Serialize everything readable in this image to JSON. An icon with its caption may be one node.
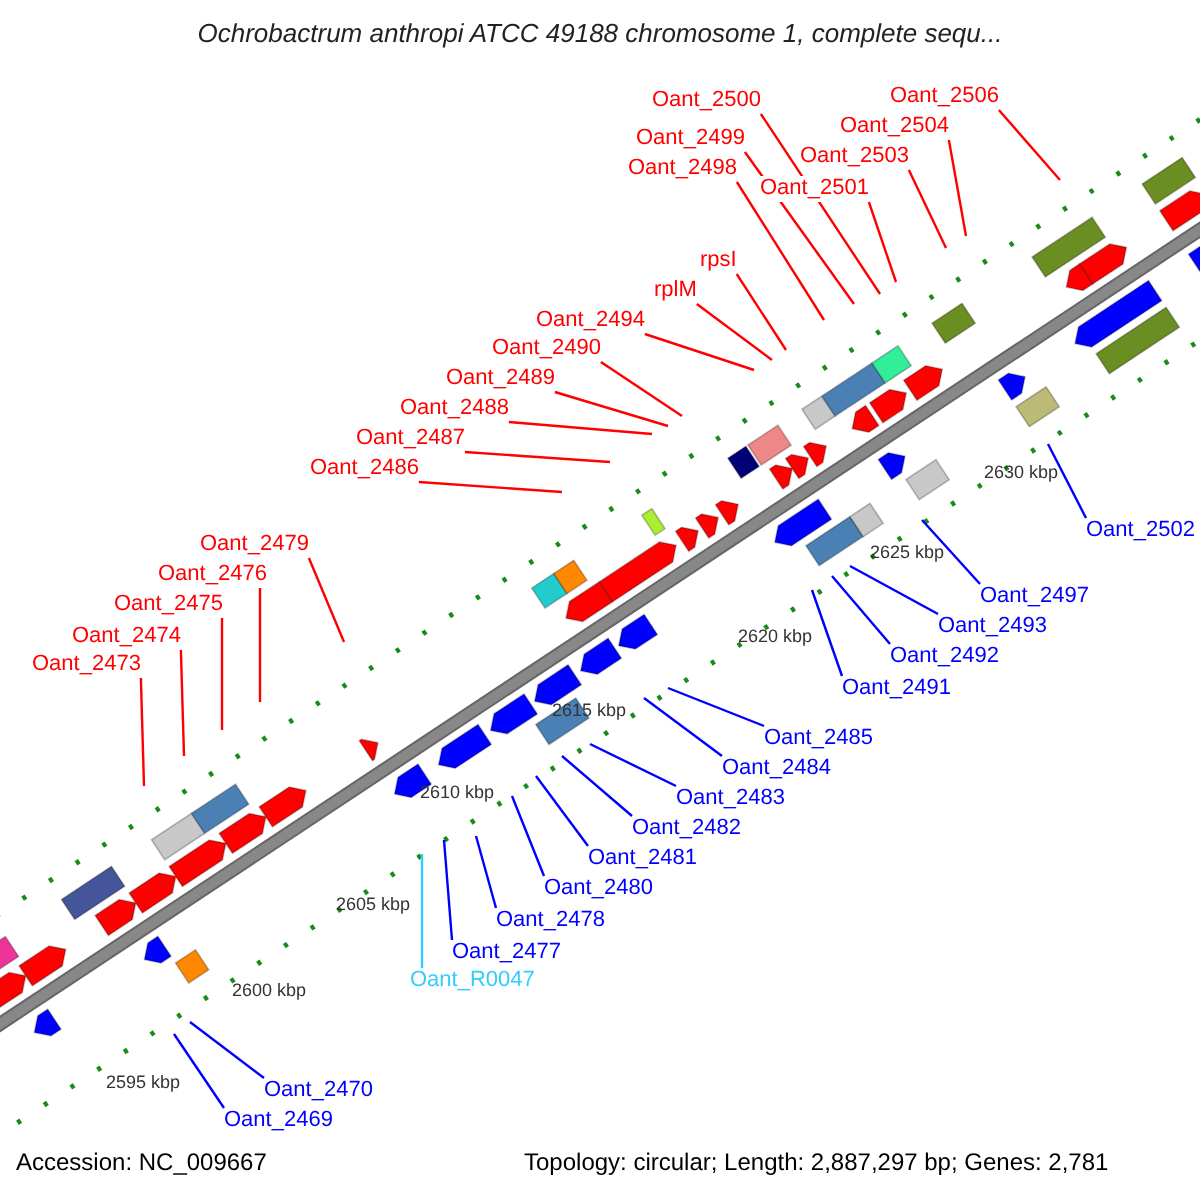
{
  "diagram": {
    "title": "Ochrobactrum anthropi ATCC 49188 chromosome 1, complete sequ...",
    "nodes": [
      {
        "text": [
          "Oant_2506"
        ]
      },
      {
        "text": [
          "Oant_2500"
        ]
      },
      {
        "text": [
          "Oant_2504"
        ]
      },
      {
        "text": [
          "Oant_2499"
        ]
      },
      {
        "text": [
          "Oant_2503"
        ]
      },
      {
        "text": [
          "Oant_2498"
        ]
      },
      {
        "text": [
          "Oant_2501"
        ]
      },
      {
        "text": [
          "rpsI"
        ]
      },
      {
        "text": [
          "rplM"
        ]
      },
      {
        "text": [
          "Oant_2494"
        ]
      },
      {
        "text": [
          "Oant_2490"
        ]
      },
      {
        "text": [
          "Oant_2489"
        ]
      },
      {
        "text": [
          "Oant_2488"
        ]
      },
      {
        "text": [
          "Oant_2487"
        ]
      },
      {
        "text": [
          "Oant_2486"
        ]
      },
      {
        "text": [
          "Oant_2502"
        ]
      },
      {
        "text": [
          "Oant_2479"
        ]
      },
      {
        "text": [
          "Oant_2476"
        ]
      },
      {
        "text": [
          "Oant_2497"
        ]
      },
      {
        "text": [
          "Oant_2475"
        ]
      },
      {
        "text": [
          "Oant_2493"
        ]
      },
      {
        "text": [
          "Oant_2474"
        ]
      },
      {
        "text": [
          "Oant_2492"
        ]
      },
      {
        "text": [
          "Oant_2473"
        ]
      },
      {
        "text": [
          "Oant_2491"
        ]
      },
      {
        "text": [
          "Oant_2485"
        ]
      },
      {
        "text": [
          "Oant_2484"
        ]
      },
      {
        "text": [
          "Oant_2483"
        ]
      },
      {
        "text": [
          "Oant_2482"
        ]
      },
      {
        "text": [
          "Oant_2481"
        ]
      },
      {
        "text": [
          "Oant_2480"
        ]
      },
      {
        "text": [
          "Oant_2478"
        ]
      },
      {
        "text": [
          "Oant_2477"
        ]
      },
      {
        "text": [
          "Oant_R0047"
        ]
      },
      {
        "text": [
          "Oant_2470"
        ]
      },
      {
        "text": [
          "Oant_2469"
        ]
      }
    ],
    "edges": [
      {
        "from": 0,
        "to": null,
        "arrow": "none"
      },
      {
        "from": 1,
        "to": null,
        "arrow": "none"
      },
      {
        "from": 2,
        "to": null,
        "arrow": "none"
      },
      {
        "from": 3,
        "to": null,
        "arrow": "none"
      },
      {
        "from": 4,
        "to": null,
        "arrow": "none"
      },
      {
        "from": 5,
        "to": null,
        "arrow": "none"
      },
      {
        "from": 6,
        "to": null,
        "arrow": "none"
      },
      {
        "from": 7,
        "to": null,
        "arrow": "none"
      },
      {
        "from": 8,
        "to": null,
        "arrow": "none"
      },
      {
        "from": 9,
        "to": null,
        "arrow": "none"
      },
      {
        "from": 10,
        "to": null,
        "arrow": "none"
      },
      {
        "from": 11,
        "to": null,
        "arrow": "none"
      },
      {
        "from": 12,
        "to": null,
        "arrow": "none"
      },
      {
        "from": 13,
        "to": null,
        "arrow": "none"
      },
      {
        "from": 14,
        "to": null,
        "arrow": "none"
      },
      {
        "from": 15,
        "to": null,
        "arrow": "none",
        "color": "#0000ff"
      },
      {
        "from": 16,
        "to": null,
        "arrow": "none"
      },
      {
        "from": 17,
        "to": null,
        "arrow": "none"
      },
      {
        "from": 18,
        "to": null,
        "arrow": "none",
        "color": "#0000ff"
      },
      {
        "from": 19,
        "to": null,
        "arrow": "none"
      },
      {
        "from": 20,
        "to": null,
        "arrow": "none",
        "color": "#0000ff"
      },
      {
        "from": 21,
        "to": null,
        "arrow": "none"
      },
      {
        "from": 22,
        "to": null,
        "arrow": "none",
        "color": "#0000ff"
      },
      {
        "from": 23,
        "to": null,
        "arrow": "none"
      },
      {
        "from": 24,
        "to": null,
        "arrow": "none",
        "color": "#0000ff"
      },
      {
        "from": 25,
        "to": null,
        "arrow": "none",
        "color": "#0000ff"
      },
      {
        "from": 26,
        "to": null,
        "arrow": "none",
        "color": "#0000ff"
      },
      {
        "from": 27,
        "to": null,
        "arrow": "none",
        "color": "#0000ff"
      },
      {
        "from": 28,
        "to": null,
        "arrow": "none",
        "color": "#0000ff"
      },
      {
        "from": 29,
        "to": null,
        "arrow": "none",
        "color": "#0000ff"
      },
      {
        "from": 30,
        "to": null,
        "arrow": "none",
        "color": "#0000ff"
      },
      {
        "from": 31,
        "to": null,
        "arrow": "none",
        "color": "#0000ff"
      },
      {
        "from": 32,
        "to": null,
        "arrow": "none",
        "color": "#0000ff"
      },
      {
        "from": 33,
        "to": null,
        "arrow": "none",
        "color": "#33ccff"
      },
      {
        "from": 34,
        "to": null,
        "arrow": "none",
        "color": "#0000ff"
      },
      {
        "from": 35,
        "to": null,
        "arrow": "none",
        "color": "#0000ff"
      }
    ],
    "labels": [
      "2630 kbp",
      "2625 kbp",
      "2620 kbp",
      "2615 kbp",
      "2610 kbp",
      "2605 kbp",
      "2600 kbp",
      "2595 kbp",
      "Accession: NC_009667",
      "Topology: circular; Length: 2,887,297 bp; Genes: 2,781"
    ]
  }
}
